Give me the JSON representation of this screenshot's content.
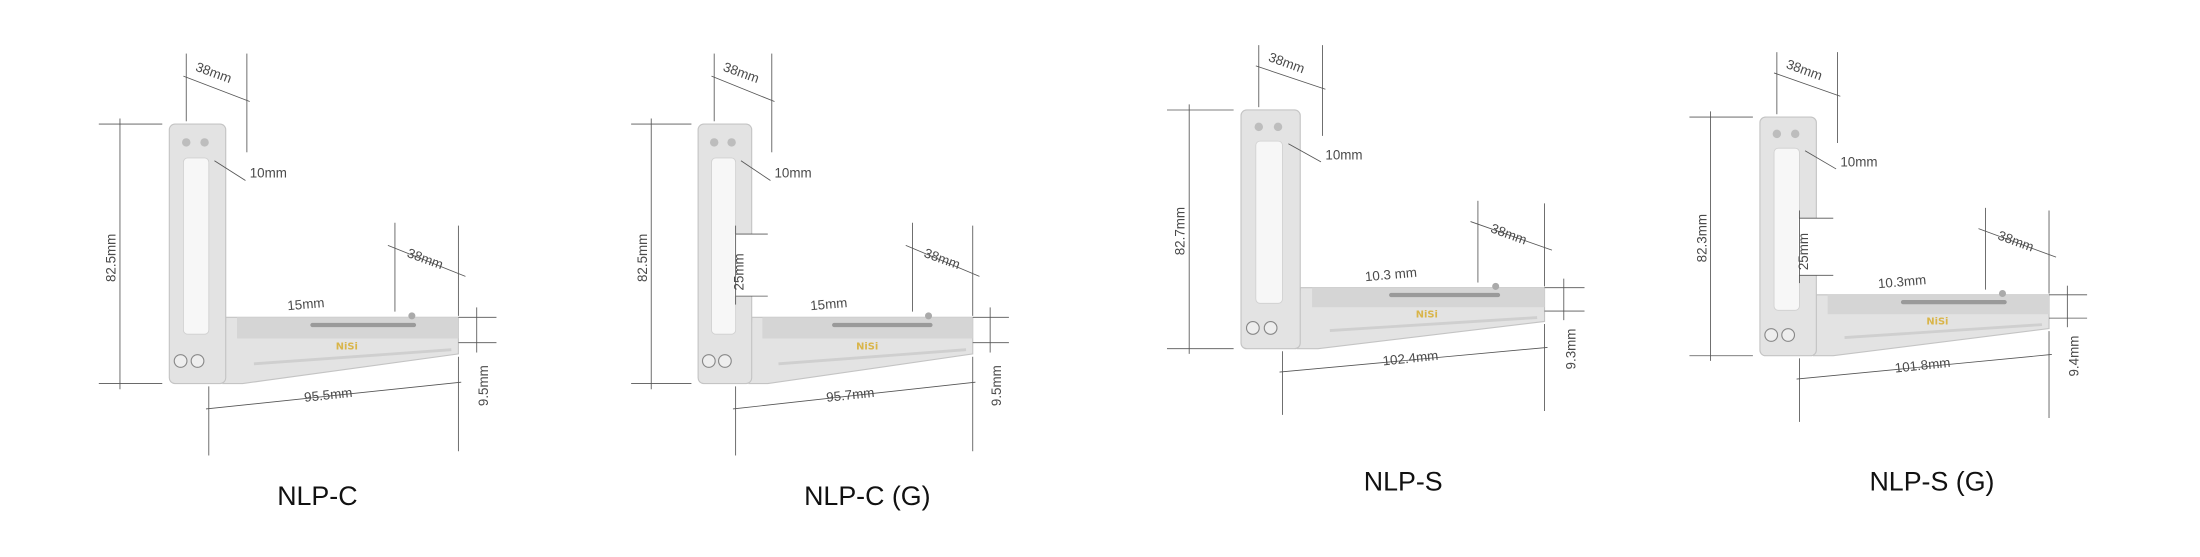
{
  "brand_logo": "NiSi",
  "colors": {
    "metal": "#e3e3e3",
    "metal_edge": "#c4c4c4",
    "plate_top": "#d5d5d5",
    "logo": "#d9b54a",
    "dimension_line": "#555555"
  },
  "products": [
    {
      "name": "NLP-C",
      "height": "82.5mm",
      "top_width": "38mm",
      "side_thickness": "10mm",
      "base_depth": "38mm",
      "slot": "15mm",
      "length": "95.5mm",
      "base_height": "9.5mm"
    },
    {
      "name": "NLP-C (G)",
      "height": "82.5mm",
      "top_width": "38mm",
      "side_thickness": "10mm",
      "gap": "25mm",
      "base_depth": "38mm",
      "slot": "15mm",
      "length": "95.7mm",
      "base_height": "9.5mm"
    },
    {
      "name": "NLP-S",
      "height": "82.7mm",
      "top_width": "38mm",
      "side_thickness": "10mm",
      "base_depth": "38mm",
      "slot": "10.3 mm",
      "length": "102.4mm",
      "base_height": "9.3mm"
    },
    {
      "name": "NLP-S (G)",
      "height": "82.3mm",
      "top_width": "38mm",
      "side_thickness": "10mm",
      "gap": "25mm",
      "base_depth": "38mm",
      "slot": "10.3mm",
      "length": "101.8mm",
      "base_height": "9.4mm"
    }
  ]
}
